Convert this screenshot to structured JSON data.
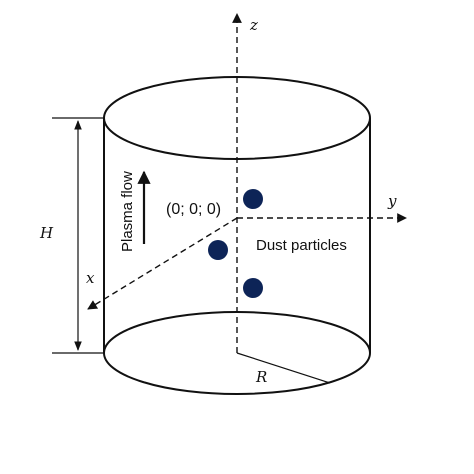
{
  "labels": {
    "z_axis": "z",
    "y_axis": "y",
    "x_axis": "x",
    "height": "H",
    "radius": "R",
    "origin": "(0; 0; 0)",
    "flow": "Plasma flow",
    "particles": "Dust particles"
  },
  "colors": {
    "line": "#111111",
    "particle": "#0d2457",
    "background": "#ffffff"
  }
}
